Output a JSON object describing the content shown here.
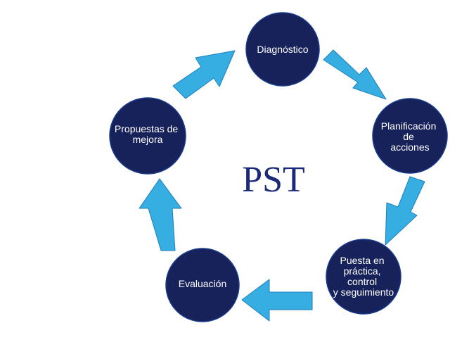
{
  "center_title": "PST",
  "nodes": [
    {
      "id": "diagnostico",
      "lines": [
        "Diagnóstico"
      ]
    },
    {
      "id": "planificacion",
      "lines": [
        "Planificación",
        "de",
        "acciones"
      ]
    },
    {
      "id": "puesta",
      "lines": [
        "Puesta en",
        "práctica,",
        "control",
        "y seguimiento"
      ]
    },
    {
      "id": "evaluacion",
      "lines": [
        "Evaluación"
      ]
    },
    {
      "id": "propuestas",
      "lines": [
        "Propuestas de",
        "mejora"
      ]
    }
  ],
  "colors": {
    "node_fill": "#17225a",
    "node_stroke": "#1a3c8c",
    "arrow_fill": "#37aee2",
    "arrow_stroke": "#1d7fbd",
    "center_text": "#1b2a78"
  }
}
